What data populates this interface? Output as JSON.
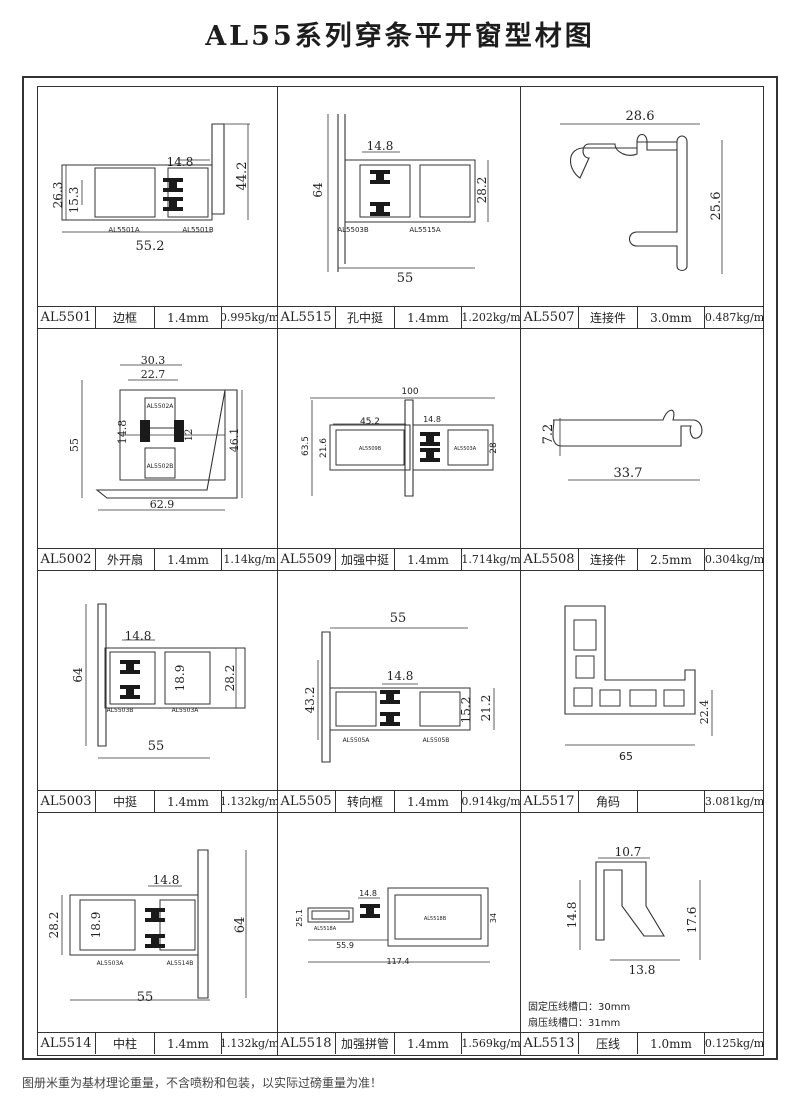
{
  "title": "AL55系列穿条平开窗型材图",
  "footer": "图册米重为基材理论重量，不含喷粉和包装，以实际过磅重量为准！",
  "cells": [
    {
      "code": "AL5501",
      "name": "边框",
      "thickness": "1.4mm",
      "weight": "0.995kg/m",
      "dims": [
        "14.8",
        "15.3",
        "26.3",
        "44.2",
        "55.2"
      ],
      "parts": [
        "AL5501A",
        "AL5501B"
      ]
    },
    {
      "code": "AL5515",
      "name": "孔中挺",
      "thickness": "1.4mm",
      "weight": "1.202kg/m",
      "dims": [
        "14.8",
        "64",
        "28.2",
        "55"
      ],
      "parts": [
        "AL5503B",
        "AL5515A"
      ]
    },
    {
      "code": "AL5507",
      "name": "连接件",
      "thickness": "3.0mm",
      "weight": "0.487kg/m",
      "dims": [
        "28.6",
        "25.6"
      ],
      "parts": []
    },
    {
      "code": "AL5002",
      "name": "外开扇",
      "thickness": "1.4mm",
      "weight": "1.14kg/m",
      "dims": [
        "30.3",
        "22.7",
        "14.8",
        "12",
        "55",
        "46.1",
        "62.9"
      ],
      "parts": [
        "AL5502A",
        "AL5502B"
      ]
    },
    {
      "code": "AL5509",
      "name": "加强中挺",
      "thickness": "1.4mm",
      "weight": "1.714kg/m",
      "dims": [
        "100",
        "45.2",
        "14.8",
        "63.5",
        "21.6",
        "28"
      ],
      "parts": [
        "AL5509B",
        "AL5503A"
      ]
    },
    {
      "code": "AL5508",
      "name": "连接件",
      "thickness": "2.5mm",
      "weight": "0.304kg/m",
      "dims": [
        "7.2",
        "33.7"
      ],
      "parts": []
    },
    {
      "code": "AL5003",
      "name": "中挺",
      "thickness": "1.4mm",
      "weight": "1.132kg/m",
      "dims": [
        "14.8",
        "64",
        "18.9",
        "28.2",
        "55"
      ],
      "parts": [
        "AL5503B",
        "AL5503A"
      ]
    },
    {
      "code": "AL5505",
      "name": "转向框",
      "thickness": "1.4mm",
      "weight": "0.914kg/m",
      "dims": [
        "55",
        "14.8",
        "43.2",
        "15.2",
        "21.2"
      ],
      "parts": [
        "AL5505A",
        "AL5505B"
      ]
    },
    {
      "code": "AL5517",
      "name": "角码",
      "thickness": "",
      "weight": "3.081kg/m",
      "dims": [
        "22.4",
        "65"
      ],
      "parts": []
    },
    {
      "code": "AL5514",
      "name": "中柱",
      "thickness": "1.4mm",
      "weight": "1.132kg/m",
      "dims": [
        "14.8",
        "28.2",
        "18.9",
        "64",
        "55"
      ],
      "parts": [
        "AL5503A",
        "AL5514B"
      ]
    },
    {
      "code": "AL5518",
      "name": "加强拼管",
      "thickness": "1.4mm",
      "weight": "1.569kg/m",
      "dims": [
        "14.8",
        "25.1",
        "34",
        "55.9",
        "117.4"
      ],
      "parts": [
        "AL5518A",
        "AL5518B"
      ]
    },
    {
      "code": "AL5513",
      "name": "压线",
      "thickness": "1.0mm",
      "weight": "0.125kg/m",
      "dims": [
        "10.7",
        "14.8",
        "17.6",
        "13.8"
      ],
      "parts": [],
      "notes": [
        "固定压线槽口：30mm",
        "扇压线槽口：31mm"
      ]
    }
  ]
}
